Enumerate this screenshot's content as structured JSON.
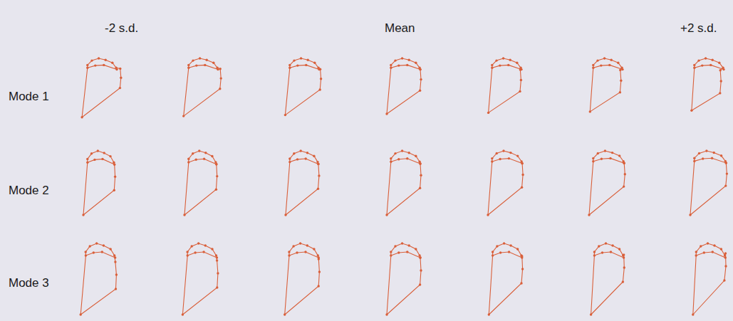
{
  "diagram": {
    "labels": [
      "-2 s.d.",
      "Mean",
      "+2 s.d.",
      "Mode 1",
      "Mode 2",
      "Mode 3"
    ]
  }
}
